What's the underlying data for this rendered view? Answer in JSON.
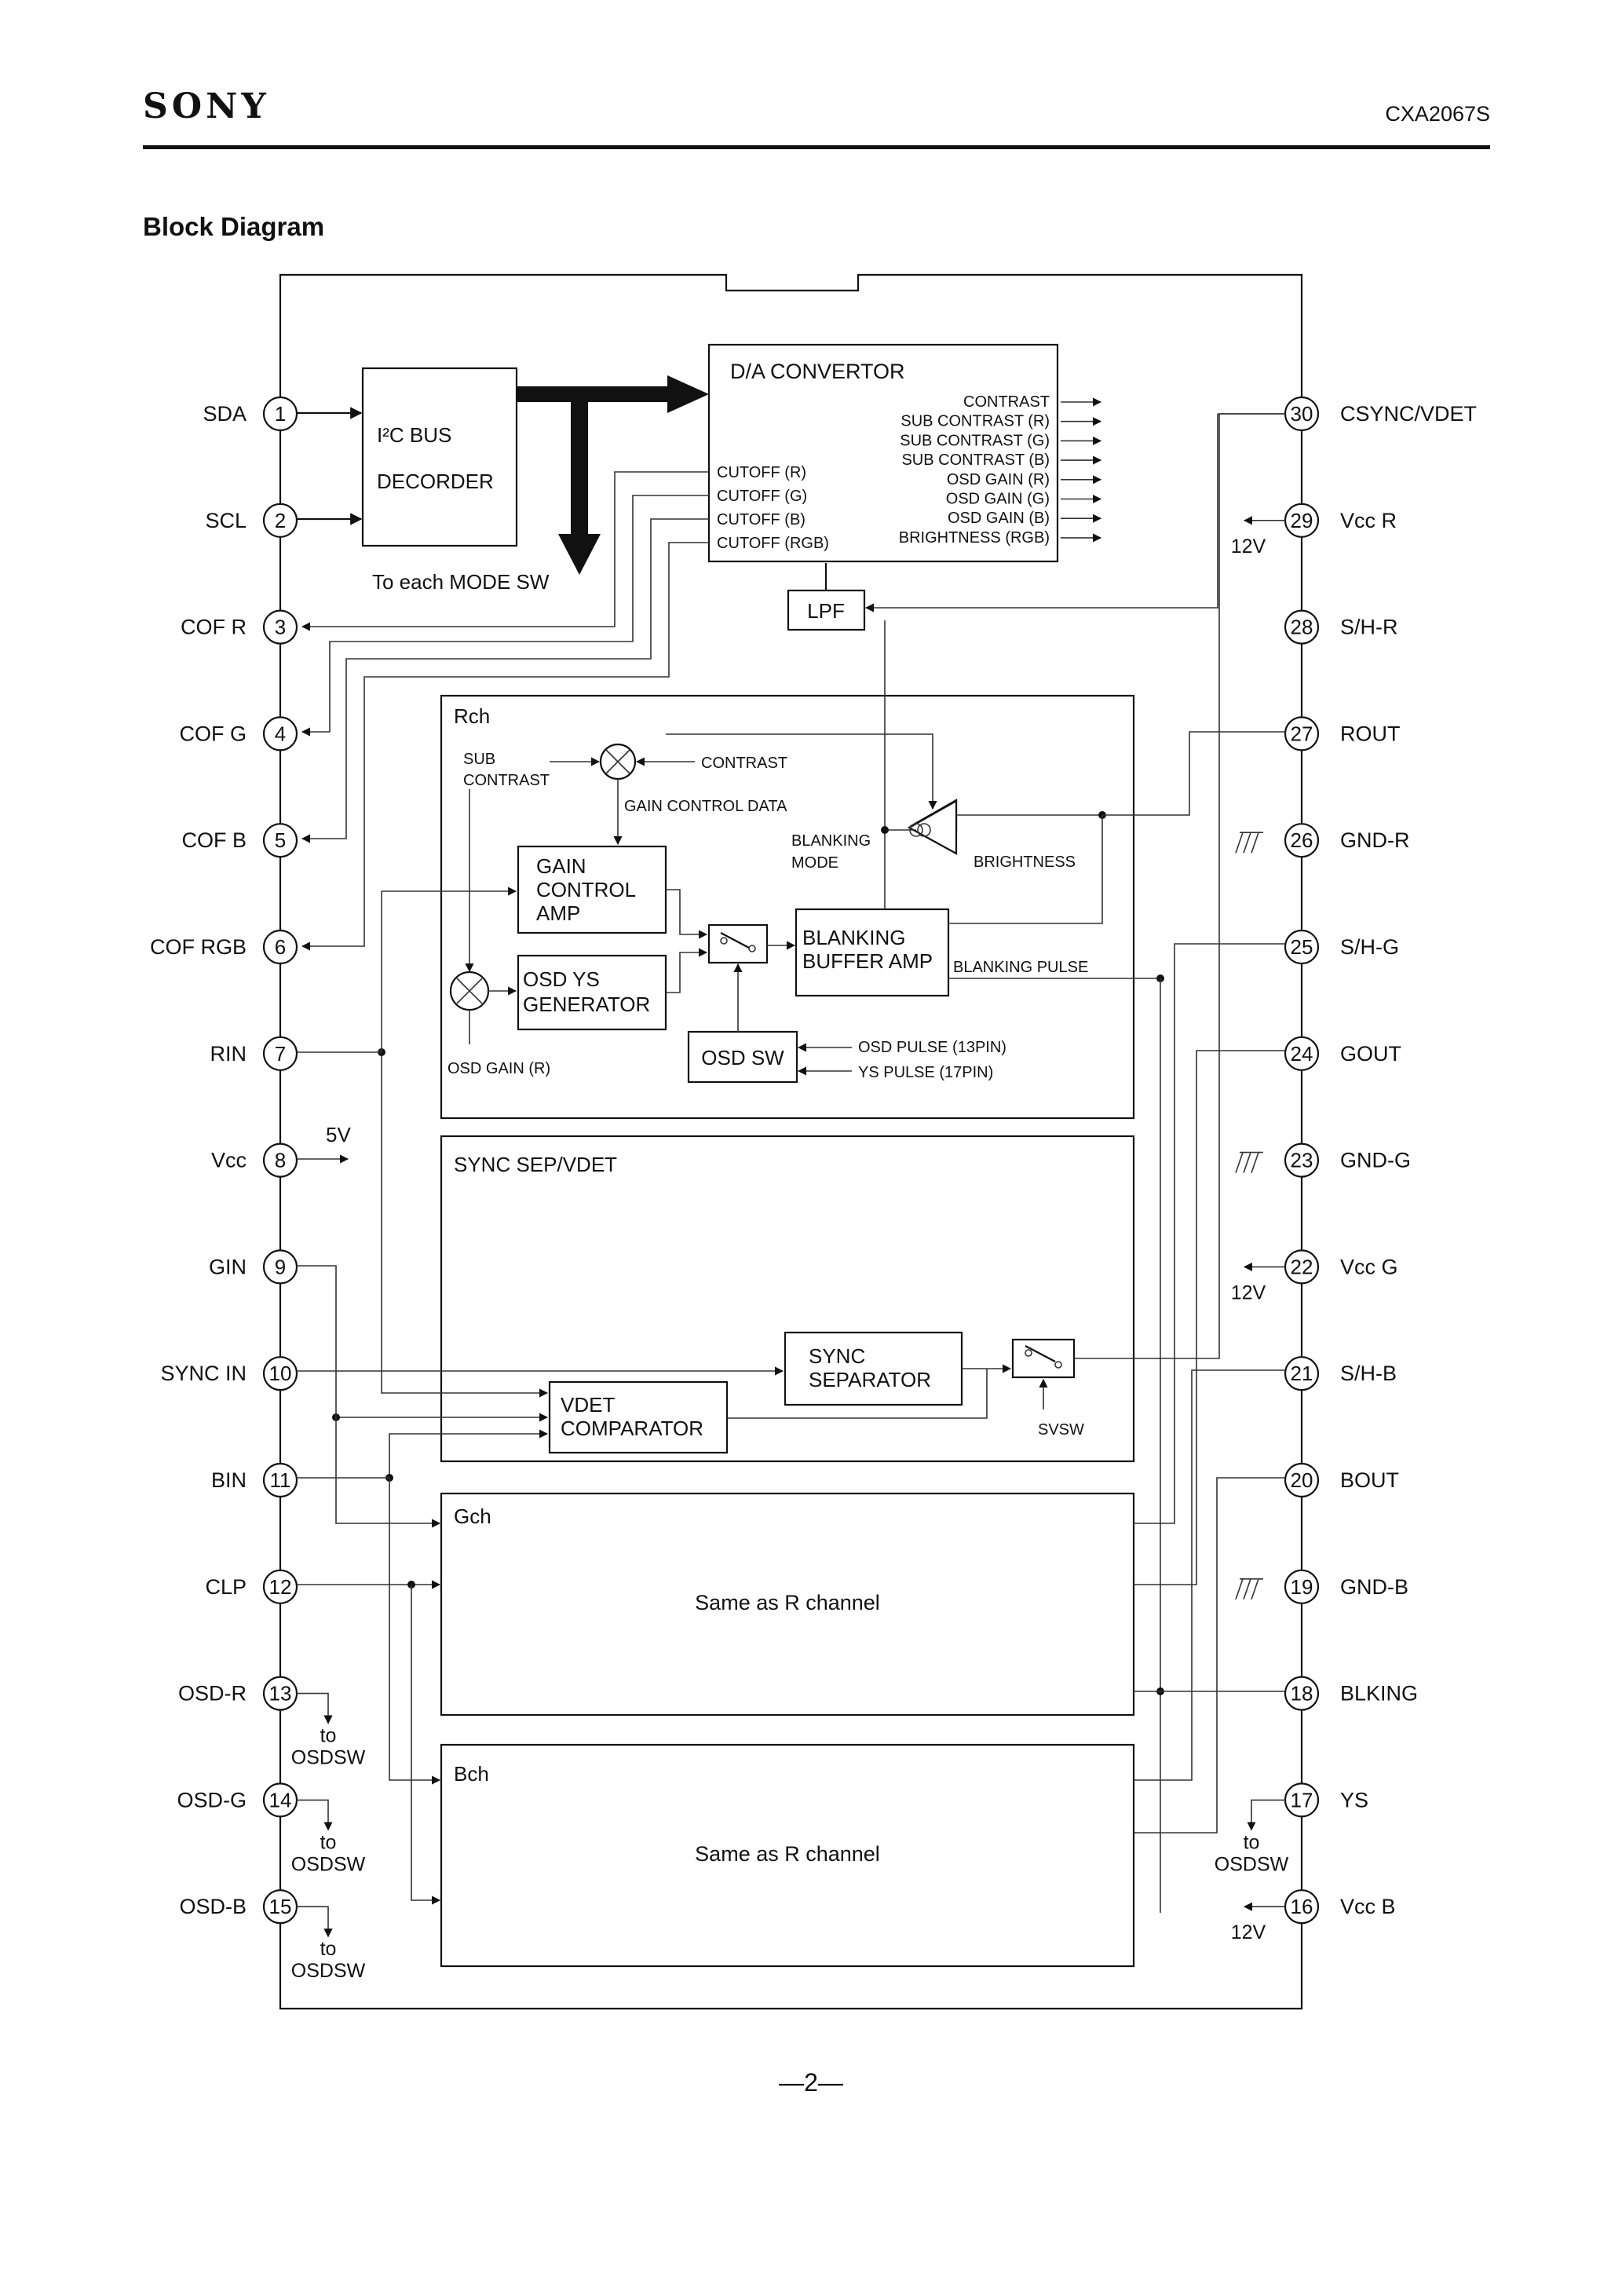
{
  "header": {
    "brand": "SONY",
    "part_number": "CXA2067S"
  },
  "section_title": "Block Diagram",
  "page_number": "—2—",
  "pins_left": [
    {
      "num": "1",
      "label": "SDA"
    },
    {
      "num": "2",
      "label": "SCL"
    },
    {
      "num": "3",
      "label": "COF R"
    },
    {
      "num": "4",
      "label": "COF G"
    },
    {
      "num": "5",
      "label": "COF B"
    },
    {
      "num": "6",
      "label": "COF RGB"
    },
    {
      "num": "7",
      "label": "RIN"
    },
    {
      "num": "8",
      "label": "Vcc"
    },
    {
      "num": "9",
      "label": "GIN"
    },
    {
      "num": "10",
      "label": "SYNC IN"
    },
    {
      "num": "11",
      "label": "BIN"
    },
    {
      "num": "12",
      "label": "CLP"
    },
    {
      "num": "13",
      "label": "OSD-R"
    },
    {
      "num": "14",
      "label": "OSD-G"
    },
    {
      "num": "15",
      "label": "OSD-B"
    }
  ],
  "pins_right": [
    {
      "num": "30",
      "label": "CSYNC/VDET"
    },
    {
      "num": "29",
      "label": "Vcc R"
    },
    {
      "num": "28",
      "label": "S/H-R"
    },
    {
      "num": "27",
      "label": "ROUT"
    },
    {
      "num": "26",
      "label": "GND-R"
    },
    {
      "num": "25",
      "label": "S/H-G"
    },
    {
      "num": "24",
      "label": "GOUT"
    },
    {
      "num": "23",
      "label": "GND-G"
    },
    {
      "num": "22",
      "label": "Vcc G"
    },
    {
      "num": "21",
      "label": "S/H-B"
    },
    {
      "num": "20",
      "label": "BOUT"
    },
    {
      "num": "19",
      "label": "GND-B"
    },
    {
      "num": "18",
      "label": "BLKING"
    },
    {
      "num": "17",
      "label": "YS"
    },
    {
      "num": "16",
      "label": "Vcc B"
    }
  ],
  "blocks": {
    "i2c_line1": "I²C BUS",
    "i2c_line2": "DECORDER",
    "mode_sw": "To each MODE SW",
    "da_title": "D/A CONVERTOR",
    "da_outputs": [
      "CONTRAST",
      "SUB CONTRAST (R)",
      "SUB CONTRAST (G)",
      "SUB CONTRAST (B)",
      "OSD GAIN (R)",
      "OSD GAIN (G)",
      "OSD GAIN (B)",
      "BRIGHTNESS (RGB)"
    ],
    "da_inputs": [
      "CUTOFF (R)",
      "CUTOFF (G)",
      "CUTOFF (B)",
      "CUTOFF (RGB)"
    ],
    "lpf": "LPF",
    "rch": "Rch",
    "sub_contrast_1": "SUB",
    "sub_contrast_2": "CONTRAST",
    "contrast": "CONTRAST",
    "gain_control_data": "GAIN CONTROL DATA",
    "blanking_mode_1": "BLANKING",
    "blanking_mode_2": "MODE",
    "brightness": "BRIGHTNESS",
    "gain_amp": [
      "GAIN",
      "CONTROL",
      "AMP"
    ],
    "blanking_buffer": [
      "BLANKING",
      "BUFFER AMP"
    ],
    "blanking_pulse": "BLANKING PULSE",
    "osd_ys": [
      "OSD YS",
      "GENERATOR"
    ],
    "osd_gain_r": "OSD GAIN (R)",
    "osd_sw": "OSD SW",
    "osd_pulse": "OSD PULSE (13PIN)",
    "ys_pulse": "YS PULSE (17PIN)",
    "sync_sep_vdet": "SYNC SEP/VDET",
    "sync_separator": [
      "SYNC",
      "SEPARATOR"
    ],
    "vdet_comparator": [
      "VDET",
      "COMPARATOR"
    ],
    "svsw": "SVSW",
    "gch": "Gch",
    "bch": "Bch",
    "same_as_r": "Same as R channel"
  },
  "supply_labels": {
    "v5": "5V",
    "v12": "12V",
    "to": "to",
    "osdsw": "OSDSW"
  }
}
